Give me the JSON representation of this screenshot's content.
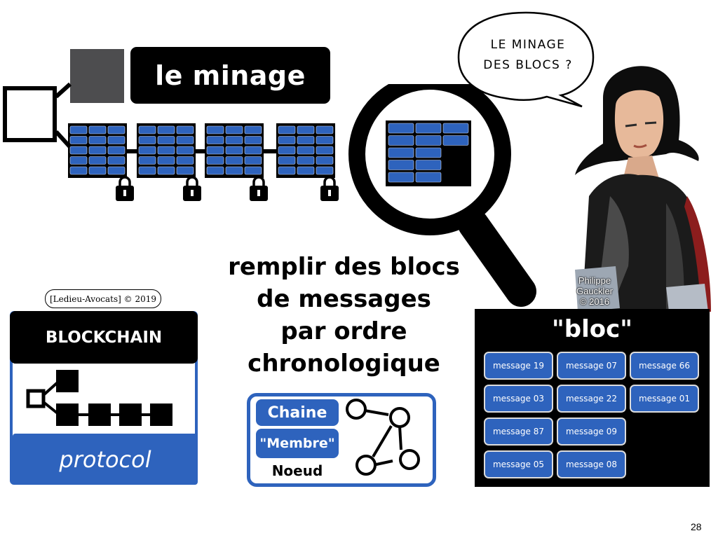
{
  "slide": {
    "title": "le minage",
    "speech_bubble": {
      "line1": "LE MINAGE",
      "line2": "DES BLOCS ?"
    },
    "headline": {
      "line1": "remplir des blocs",
      "line2": "de messages",
      "line3": "par ordre",
      "line4": "chronologique"
    },
    "copyright": "[Ledieu-Avocats] © 2019",
    "blockchain_card": {
      "title": "BLOCKCHAIN",
      "footer": "protocol"
    },
    "legend": {
      "chaine": "Chaine",
      "membre": "\"Membre\"",
      "noeud": "Noeud"
    },
    "bloc": {
      "title": "\"bloc\"",
      "messages": [
        "message 19",
        "message 07",
        "message 66",
        "message 03",
        "message 22",
        "message 01",
        "message 87",
        "message 09",
        "message 05",
        "message 08"
      ]
    },
    "credit": {
      "line1": "Philippe",
      "line2": "Gauckler",
      "line3": "© 2016"
    },
    "page_number": "28"
  },
  "colors": {
    "accent_blue": "#2e63bd",
    "black": "#000000",
    "gray": "#4d4d4f"
  },
  "icons": [
    "padlock-icon",
    "magnifier-icon",
    "node-graph-icon",
    "chain-diagram-icon"
  ]
}
